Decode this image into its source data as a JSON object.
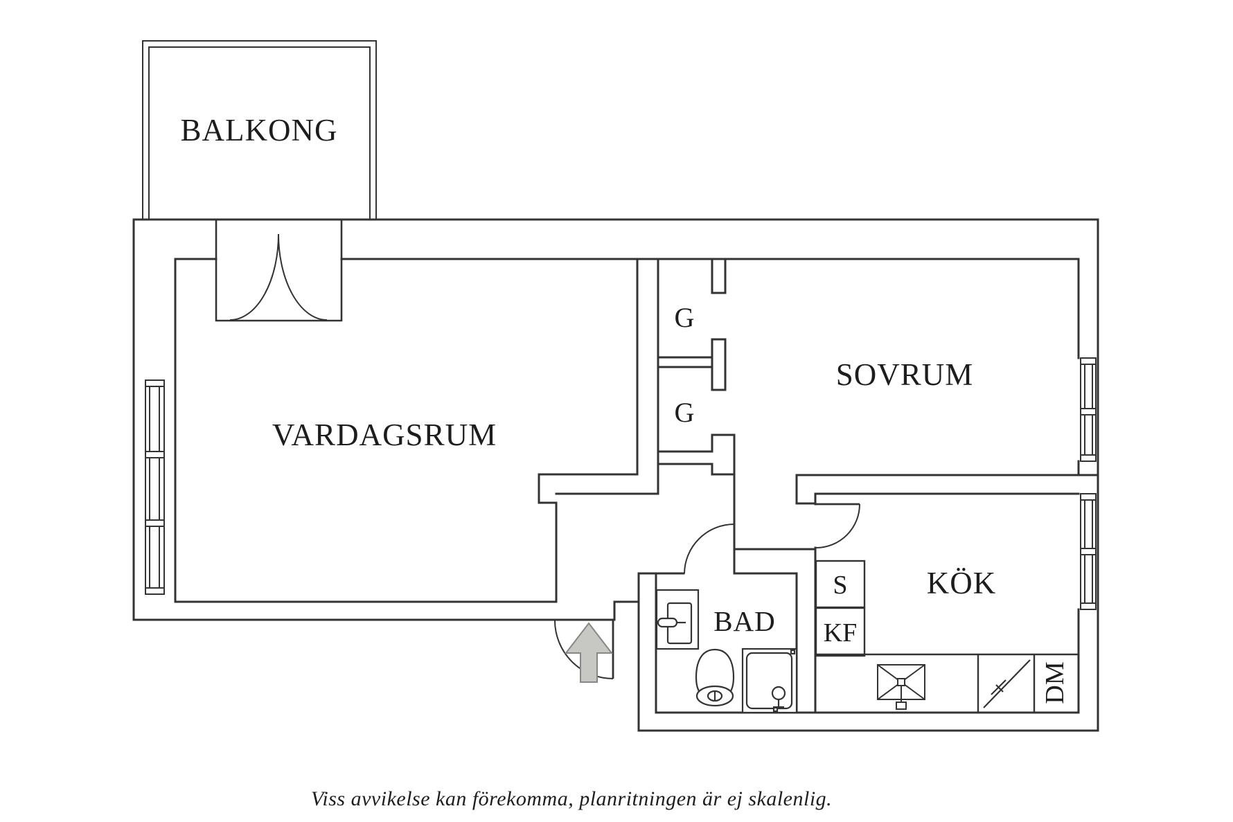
{
  "page": {
    "background": "#ffffff"
  },
  "floorplan": {
    "caption": "Viss avvikelse kan förekomma, planritningen är ej skalenlig.",
    "line_color": "#333333",
    "arrow_fill": "#c7c7c4",
    "arrow_stroke": "#878784",
    "rooms": {
      "balkong": "BALKONG",
      "vardagsrum": "VARDAGSRUM",
      "sovrum": "SOVRUM",
      "kok": "KÖK",
      "bad": "BAD",
      "garderob_upper": "G",
      "garderob_lower": "G",
      "stadskap": "S",
      "kyl_frys": "KF",
      "diskmaskin": "DM"
    }
  }
}
